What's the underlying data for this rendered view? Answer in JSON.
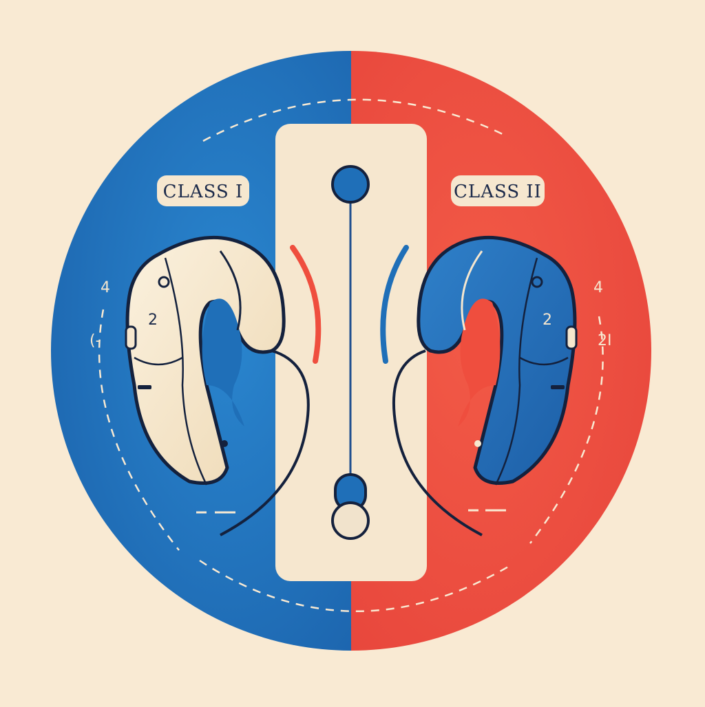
{
  "labels": {
    "left": "CLASS I",
    "right": "CLASS II"
  },
  "left_device": {
    "button_number": "2",
    "scale_top": "4",
    "scale_mid": "(-"
  },
  "right_device": {
    "button_number": "2",
    "scale_top": "4",
    "scale_mid": "2I"
  },
  "colors": {
    "background": "#f9ead3",
    "blue": "#1f6fb8",
    "red": "#ef4e3e",
    "cream": "#f5e6cc",
    "outline": "#14213d"
  }
}
